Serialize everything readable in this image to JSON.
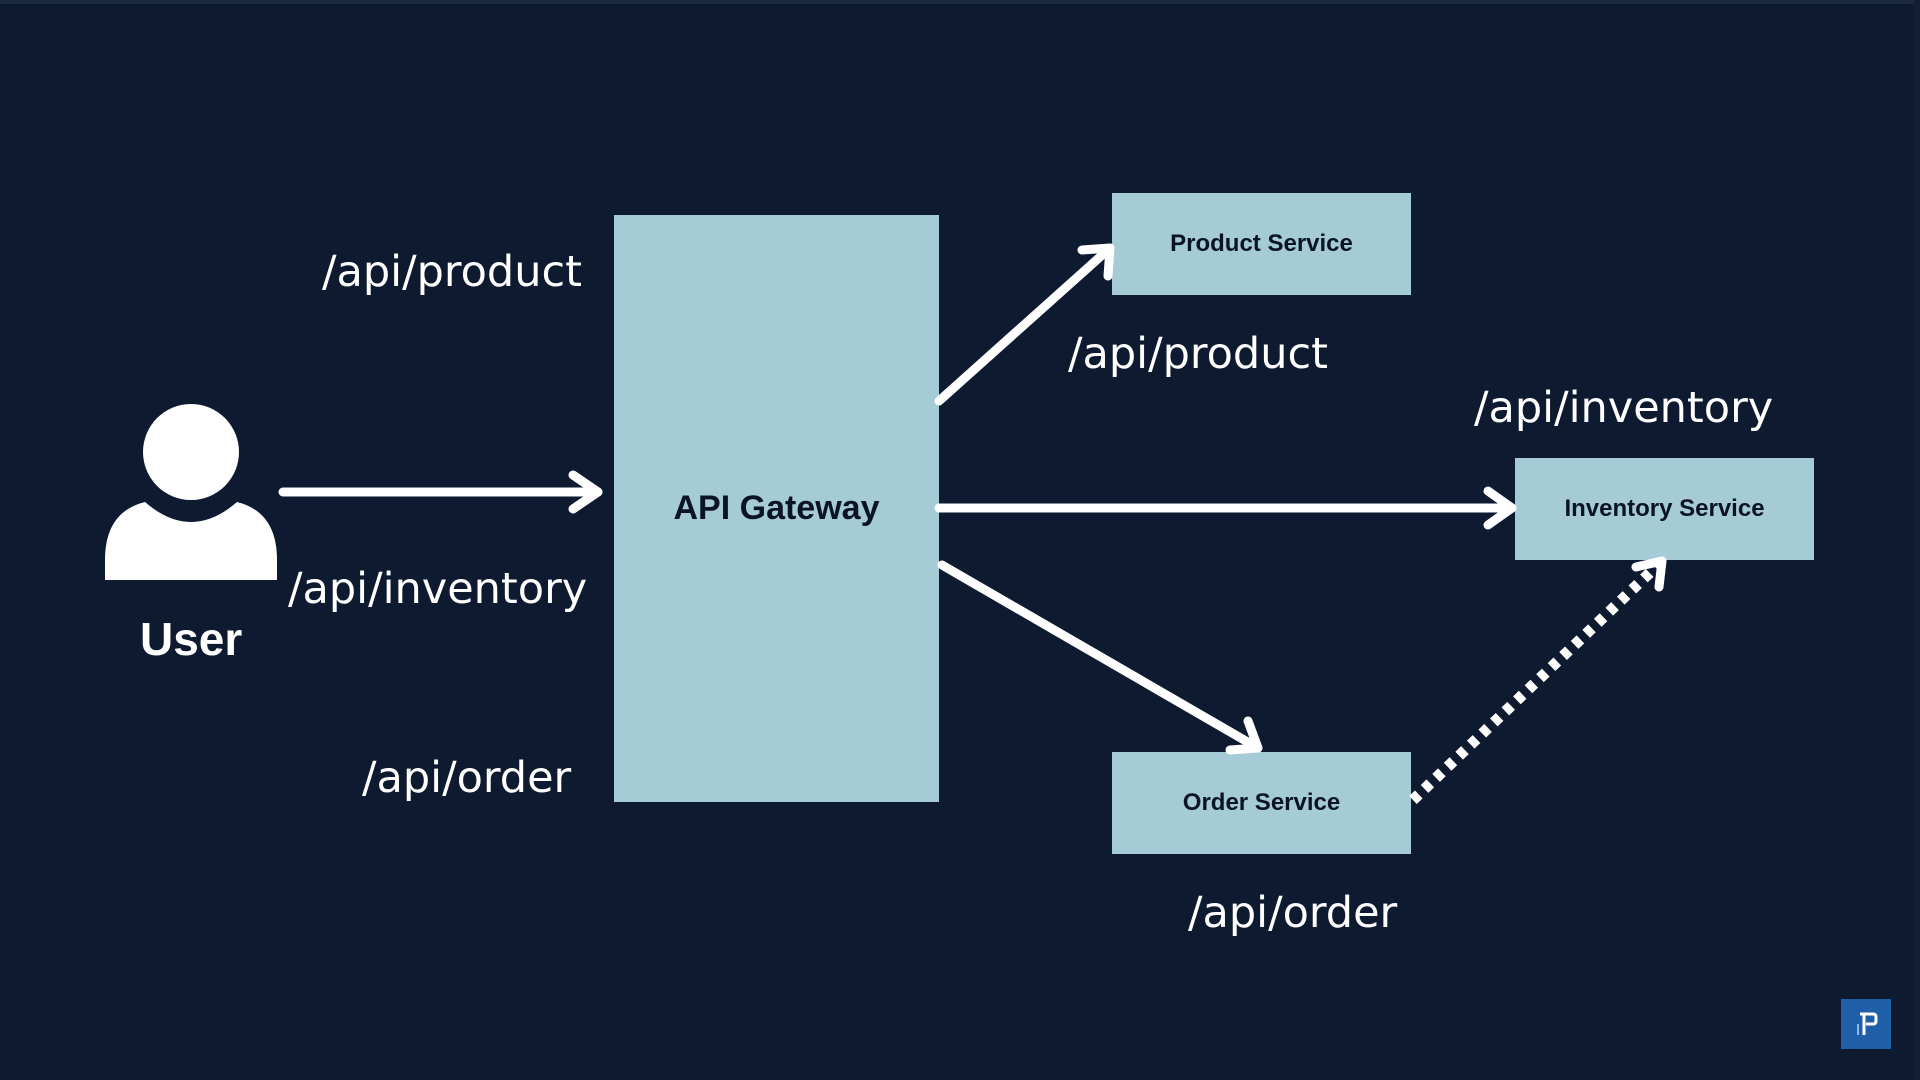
{
  "diagram": {
    "user": {
      "label": "User",
      "icon": "user-icon"
    },
    "gateway": {
      "label": "API Gateway"
    },
    "services": {
      "product": {
        "label": "Product Service"
      },
      "inventory": {
        "label": "Inventory Service"
      },
      "order": {
        "label": "Order Service"
      }
    },
    "incoming_routes": [
      "/api/product",
      "/api/inventory",
      "/api/order"
    ],
    "outgoing_routes": {
      "product": "/api/product",
      "inventory": "/api/inventory",
      "order": "/api/order"
    }
  },
  "colors": {
    "background": "#0d1a2f",
    "box_fill": "#a5cbd6",
    "arrow": "#ffffff",
    "logo": "#1f5fa8"
  },
  "logo": {
    "icon": "channel-logo-icon"
  }
}
